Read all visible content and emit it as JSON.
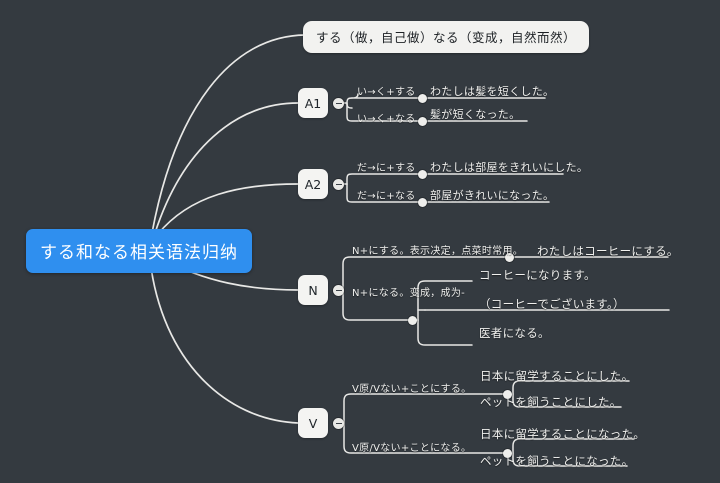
{
  "canvas": {
    "background_color": "#343a40",
    "line_color": "#e8e8e6",
    "accent_color": "#2f8fef",
    "node_color": "#f3f3f1"
  },
  "root": {
    "label": "する和なる相关语法归纳"
  },
  "branches": [
    {
      "id": "overview",
      "node_label": "する（做，自己做）なる（变成，自然而然）",
      "children": []
    },
    {
      "id": "a1",
      "node_label": "A1",
      "children": [
        {
          "label": "い→く+する",
          "examples": [
            "わたしは髪を短くした。"
          ]
        },
        {
          "label": "い→く+なる",
          "examples": [
            "髪が短くなった。"
          ]
        }
      ]
    },
    {
      "id": "a2",
      "node_label": "A2",
      "children": [
        {
          "label": "だ→に+する",
          "examples": [
            "わたしは部屋をきれいにした。"
          ]
        },
        {
          "label": "だ→に+なる",
          "examples": [
            "部屋がきれいになった。"
          ]
        }
      ]
    },
    {
      "id": "n",
      "node_label": "N",
      "children": [
        {
          "label": "N+にする。表示决定，点菜时常用。",
          "examples": [
            "わたしはコーヒーにする。"
          ]
        },
        {
          "label": "N+になる。变成，成为-",
          "examples": [
            "コーヒーになります。",
            "（コーヒーでございます。）",
            "医者になる。"
          ]
        }
      ]
    },
    {
      "id": "v",
      "node_label": "V",
      "children": [
        {
          "label": "V原/Vない+ことにする。",
          "examples": [
            "日本に留学することにした。",
            "ペットを飼うことにした。"
          ]
        },
        {
          "label": "V原/Vない+ことになる。",
          "examples": [
            "日本に留学することになった。",
            "ペットを飼うことになった。"
          ]
        }
      ]
    }
  ]
}
